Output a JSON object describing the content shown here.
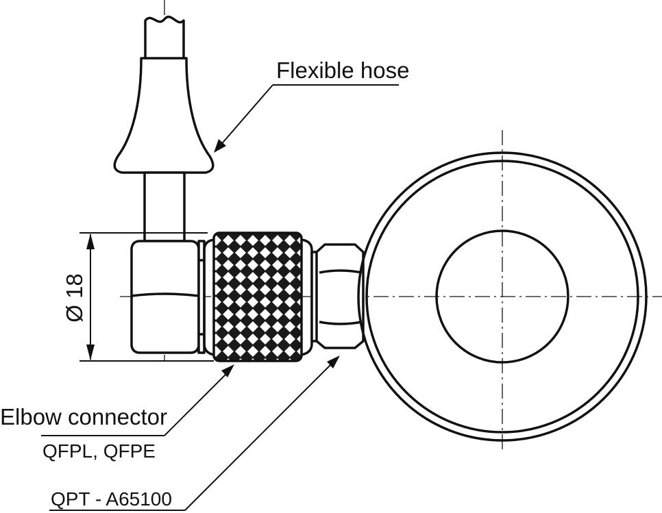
{
  "labels": {
    "flexible_hose": "Flexible hose",
    "elbow_connector": "Elbow connector",
    "elbow_models": "QFPL, QFPE",
    "sensor_model": "QPT - A65100",
    "diameter": "Ø 18"
  },
  "colors": {
    "line": "#111111",
    "background": "#ffffff"
  }
}
